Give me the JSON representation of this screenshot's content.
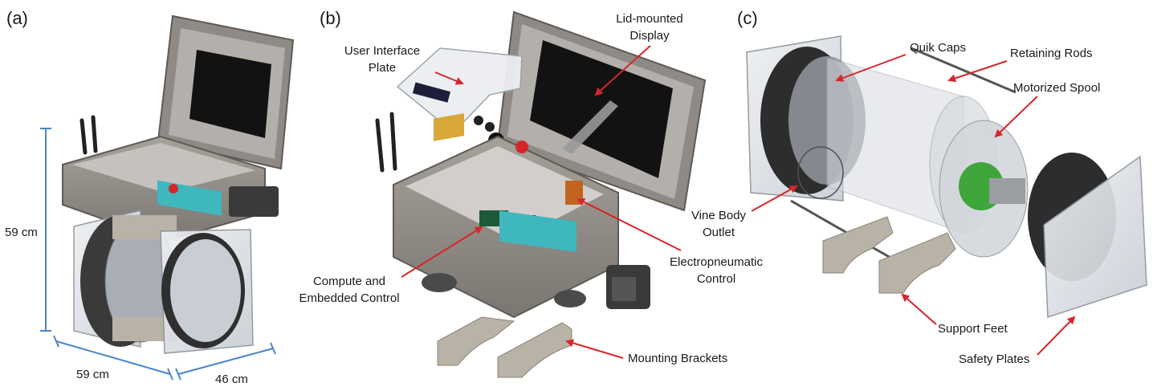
{
  "panels": {
    "a": {
      "letter": "(a)",
      "dimensions": {
        "height": "59 cm",
        "width": "59 cm",
        "depth": "46 cm"
      }
    },
    "b": {
      "letter": "(b)",
      "labels": {
        "user_interface_plate": [
          "User Interface",
          "Plate"
        ],
        "lid_mounted_display": [
          "Lid-mounted",
          "Display"
        ],
        "compute_control": [
          "Compute and",
          "Embedded Control"
        ],
        "electropneumatic": [
          "Electropneumatic",
          "Control"
        ],
        "mounting_brackets": "Mounting Brackets"
      }
    },
    "c": {
      "letter": "(c)",
      "labels": {
        "quik_caps": "Quik Caps",
        "retaining_rods": "Retaining Rods",
        "motorized_spool": "Motorized Spool",
        "vine_body_outlet": [
          "Vine Body",
          "Outlet"
        ],
        "support_feet": "Support Feet",
        "safety_plates": "Safety Plates"
      }
    }
  },
  "colors": {
    "arrow": "#d6262b",
    "dimension_line": "#4a86c5",
    "enclosure": "#8f8a85",
    "enclosure_dark": "#6e6a66",
    "display": "#121212",
    "valve_teal": "#3fb7bf",
    "spool_green": "#3ea63a",
    "acrylic": "#d9dde2",
    "bracket": "#b9b2a6"
  }
}
